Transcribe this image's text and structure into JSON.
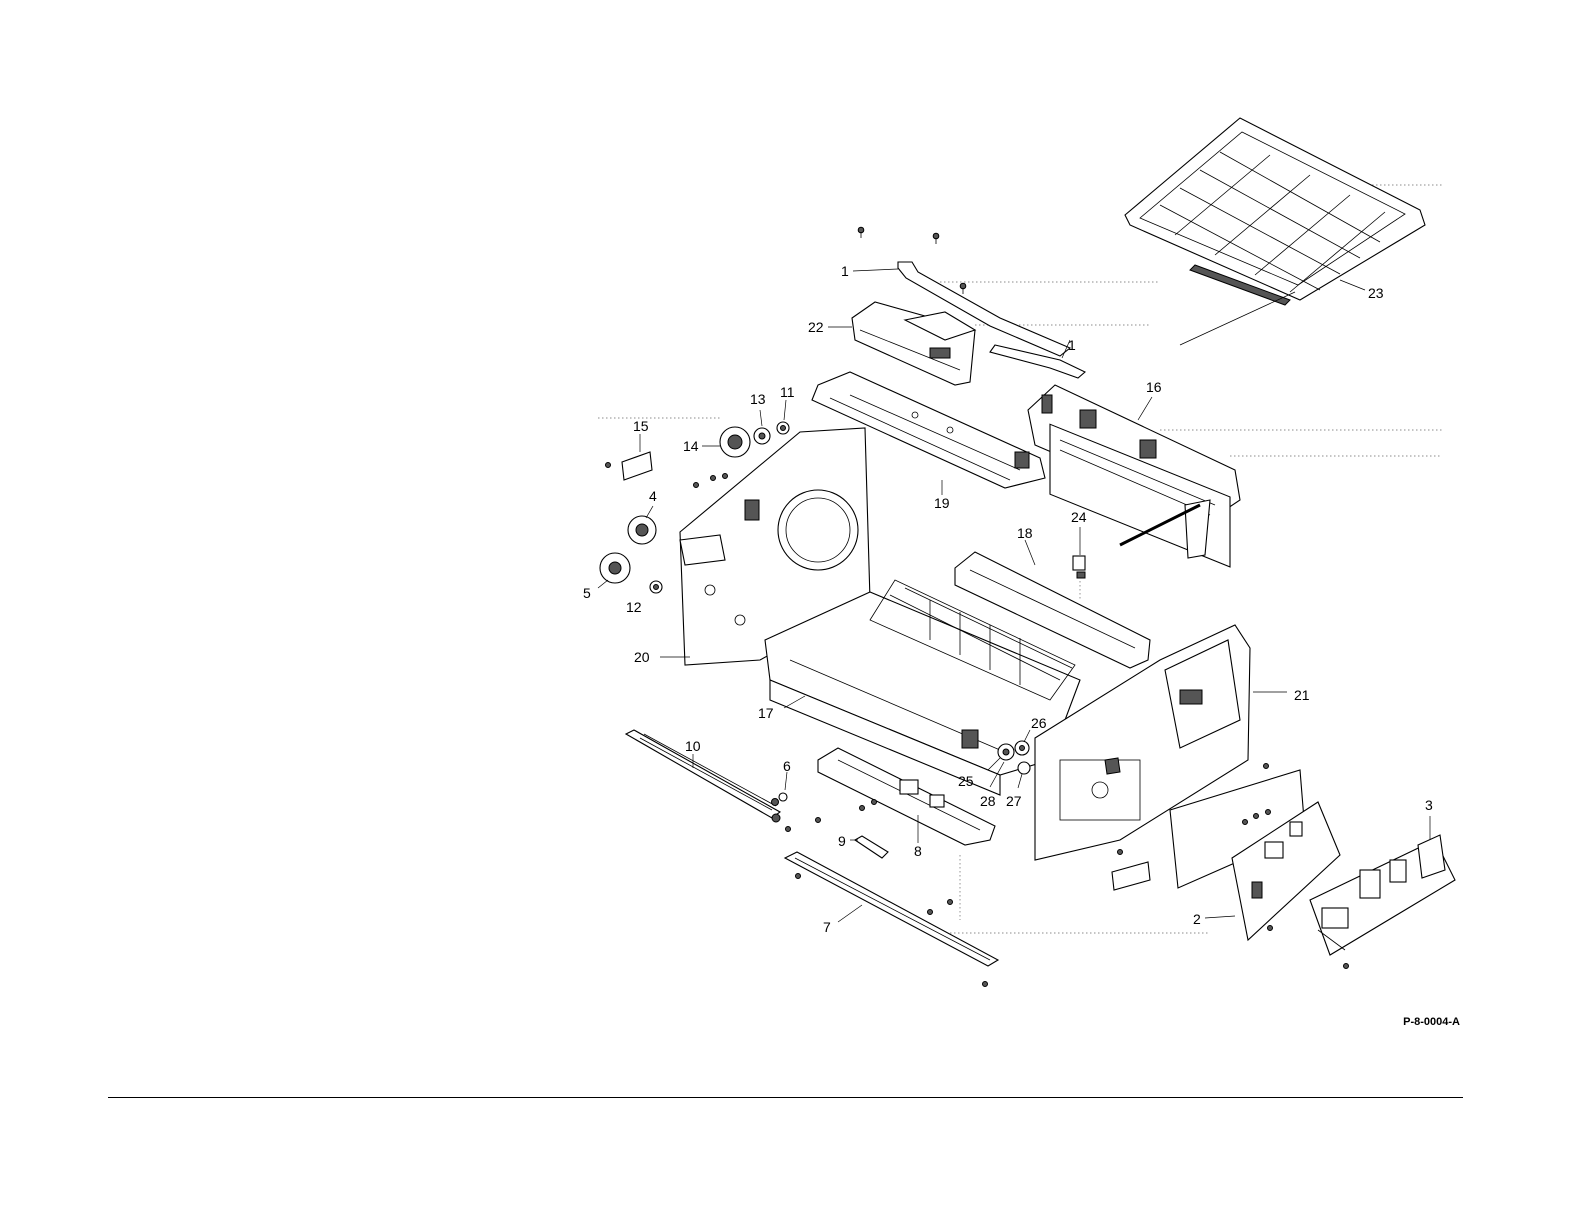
{
  "figure_id": "P-8-0004-A",
  "callouts": [
    {
      "id": "c1a",
      "text": "1"
    },
    {
      "id": "c1b",
      "text": "1"
    },
    {
      "id": "c2",
      "text": "2"
    },
    {
      "id": "c3",
      "text": "3"
    },
    {
      "id": "c4",
      "text": "4"
    },
    {
      "id": "c5",
      "text": "5"
    },
    {
      "id": "c6",
      "text": "6"
    },
    {
      "id": "c7",
      "text": "7"
    },
    {
      "id": "c8",
      "text": "8"
    },
    {
      "id": "c9",
      "text": "9"
    },
    {
      "id": "c10",
      "text": "10"
    },
    {
      "id": "c11",
      "text": "11"
    },
    {
      "id": "c12",
      "text": "12"
    },
    {
      "id": "c13",
      "text": "13"
    },
    {
      "id": "c14",
      "text": "14"
    },
    {
      "id": "c15",
      "text": "15"
    },
    {
      "id": "c16",
      "text": "16"
    },
    {
      "id": "c17",
      "text": "17"
    },
    {
      "id": "c18",
      "text": "18"
    },
    {
      "id": "c19",
      "text": "19"
    },
    {
      "id": "c20",
      "text": "20"
    },
    {
      "id": "c21",
      "text": "21"
    },
    {
      "id": "c22",
      "text": "22"
    },
    {
      "id": "c23",
      "text": "23"
    },
    {
      "id": "c24",
      "text": "24"
    },
    {
      "id": "c25",
      "text": "25"
    },
    {
      "id": "c26",
      "text": "26"
    },
    {
      "id": "c27",
      "text": "27"
    },
    {
      "id": "c28",
      "text": "28"
    }
  ]
}
